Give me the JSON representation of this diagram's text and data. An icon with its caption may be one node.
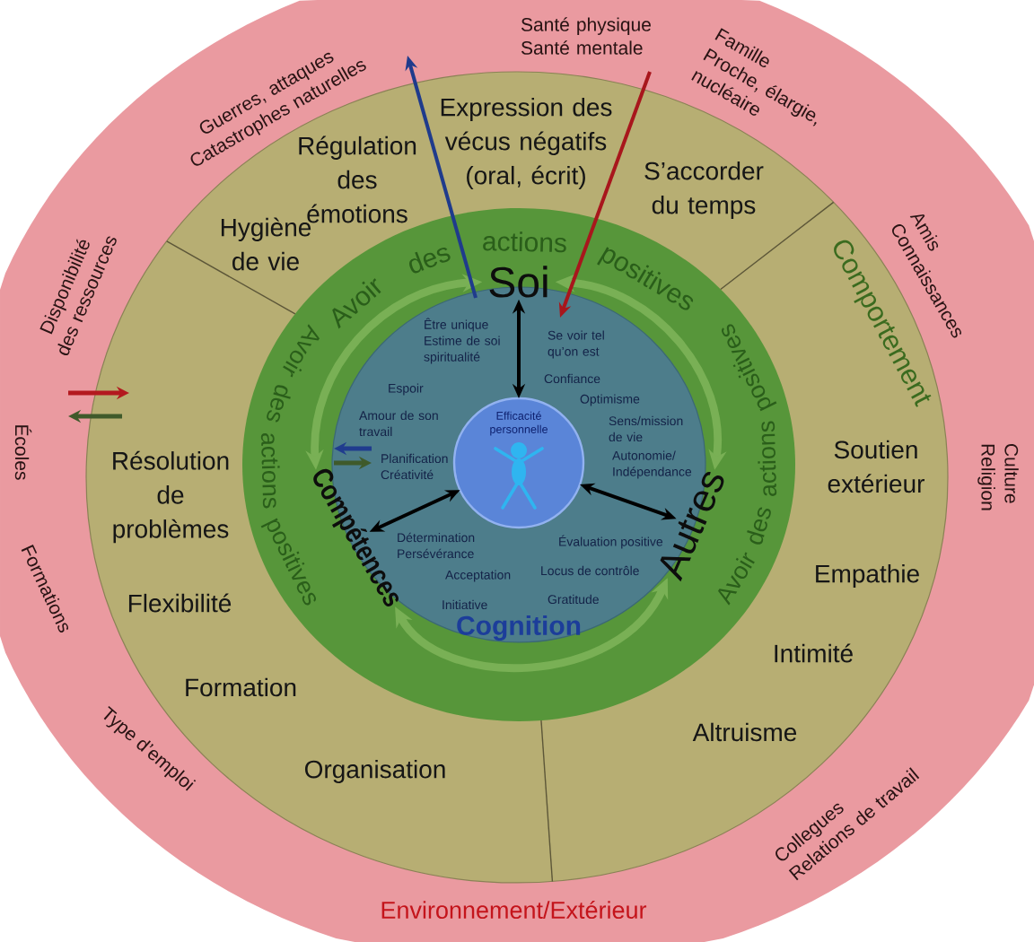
{
  "diagram": {
    "nodes": [
      {
        "text": [
          "Santé physique Santé mentale",
          "Famille Proche, élargie, nucléaire",
          "Guerres, attaques Catastrophes naturelles",
          "Amis Connaissances",
          "Disponibilité des ressources",
          "Écoles",
          "Culture Religion",
          "Formations",
          "Type d’emploi",
          "Collegues Relations de travail",
          "Environnement/Extérieur"
        ]
      },
      {
        "text": [
          "Expression des vécus négatifs (oral, écrit)",
          "Régulation des émotions",
          "S’accorder du temps",
          "Hygiène de vie",
          "Comportement",
          "Résolution de problèmes",
          "Soutien extérieur",
          "Empathie",
          "Flexibilité",
          "Intimité",
          "Formation",
          "Altruisme",
          "Organisation"
        ],
        "in": 0
      },
      {
        "text": [
          "Avoir des actions positives",
          "Avoir des actions positives",
          "Avoir des actions positives"
        ],
        "in": 1
      },
      {
        "text": [
          "Être unique Estime de soi spiritualité",
          "Se voir tel qu’on est",
          "Espoir",
          "Confiance",
          "Optimisme",
          "Amour de son travail",
          "Sens/mission de vie",
          "Planification Créativité",
          "Autonomie/ Indépendance",
          "Détermination Persévérance",
          "Évaluation positive",
          "Acceptation",
          "Locus de contrôle",
          "Initiative",
          "Gratitude",
          "Cognition"
        ],
        "in": 2
      },
      {
        "text": [
          "Efficacité personnelle"
        ],
        "in": 3
      },
      {
        "text": [
          "Soi"
        ],
        "in": 2
      },
      {
        "text": [
          "Compétences"
        ],
        "in": 2
      },
      {
        "text": [
          "Autres"
        ],
        "in": 2
      }
    ],
    "edges": [
      {
        "from": 4,
        "to": 5,
        "arrow": "both"
      },
      {
        "from": 4,
        "to": 6,
        "arrow": "both"
      },
      {
        "from": 4,
        "to": 7,
        "arrow": "both"
      },
      {
        "from": 5,
        "to": 6,
        "arrow": "both",
        "style": "thick",
        "color": "#79b055"
      },
      {
        "from": 5,
        "to": 7,
        "arrow": "both",
        "style": "thick",
        "color": "#79b055"
      },
      {
        "from": 6,
        "to": 7,
        "arrow": "both",
        "style": "thick",
        "color": "#79b055"
      },
      {
        "from": 3,
        "to": 0,
        "arrow": "to",
        "color": "#1f3b8c"
      },
      {
        "from": 0,
        "to": 3,
        "arrow": "to",
        "color": "#a8161c"
      }
    ]
  }
}
